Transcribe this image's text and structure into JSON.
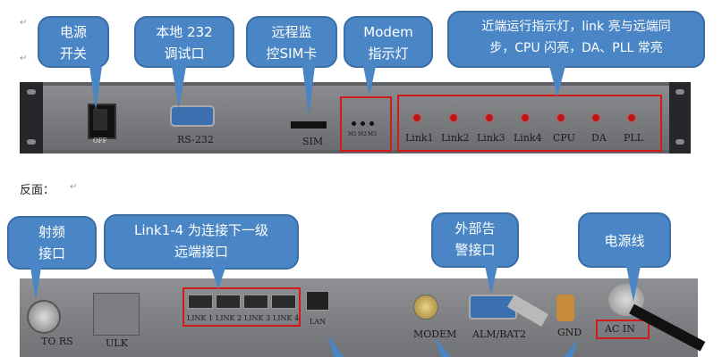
{
  "front_callouts": {
    "power_switch": [
      "电源",
      "开关"
    ],
    "rs232_port": [
      "本地 232",
      "调试口"
    ],
    "sim_card": [
      "远程监",
      "控SIM卡"
    ],
    "modem_indicator": [
      "Modem",
      "指示灯"
    ],
    "run_indicator": [
      "近端运行指示灯，link 亮与远端同",
      "步，CPU 闪亮，DA、PLL 常亮"
    ]
  },
  "front_panel": {
    "off_label": "OFF",
    "rs232_label": "RS-232",
    "sim_label": "SIM",
    "modem_leds": [
      "M1",
      "M2",
      "M3"
    ],
    "indicators": [
      "Link1",
      "Link2",
      "Link3",
      "Link4",
      "CPU",
      "DA",
      "PLL"
    ]
  },
  "section_label": "反面：",
  "back_callouts": {
    "rf_port": [
      "射频",
      "接口"
    ],
    "link_ports": [
      "Link1-4  为连接下一级",
      "远端接口"
    ],
    "alarm_port": [
      "外部告",
      "警接口"
    ],
    "power_cord": [
      "电源线"
    ]
  },
  "back_panel": {
    "to_rs": "TO RS",
    "ulk": "ULK",
    "link_labels": [
      "LINK 1",
      "LINK 2",
      "LINK 3",
      "LINK 4"
    ],
    "lan": "LAN",
    "modem": "MODEM",
    "alm": "ALM/BAT2",
    "gnd": "GND",
    "ac_in": "AC IN"
  },
  "para_mark": "↵"
}
